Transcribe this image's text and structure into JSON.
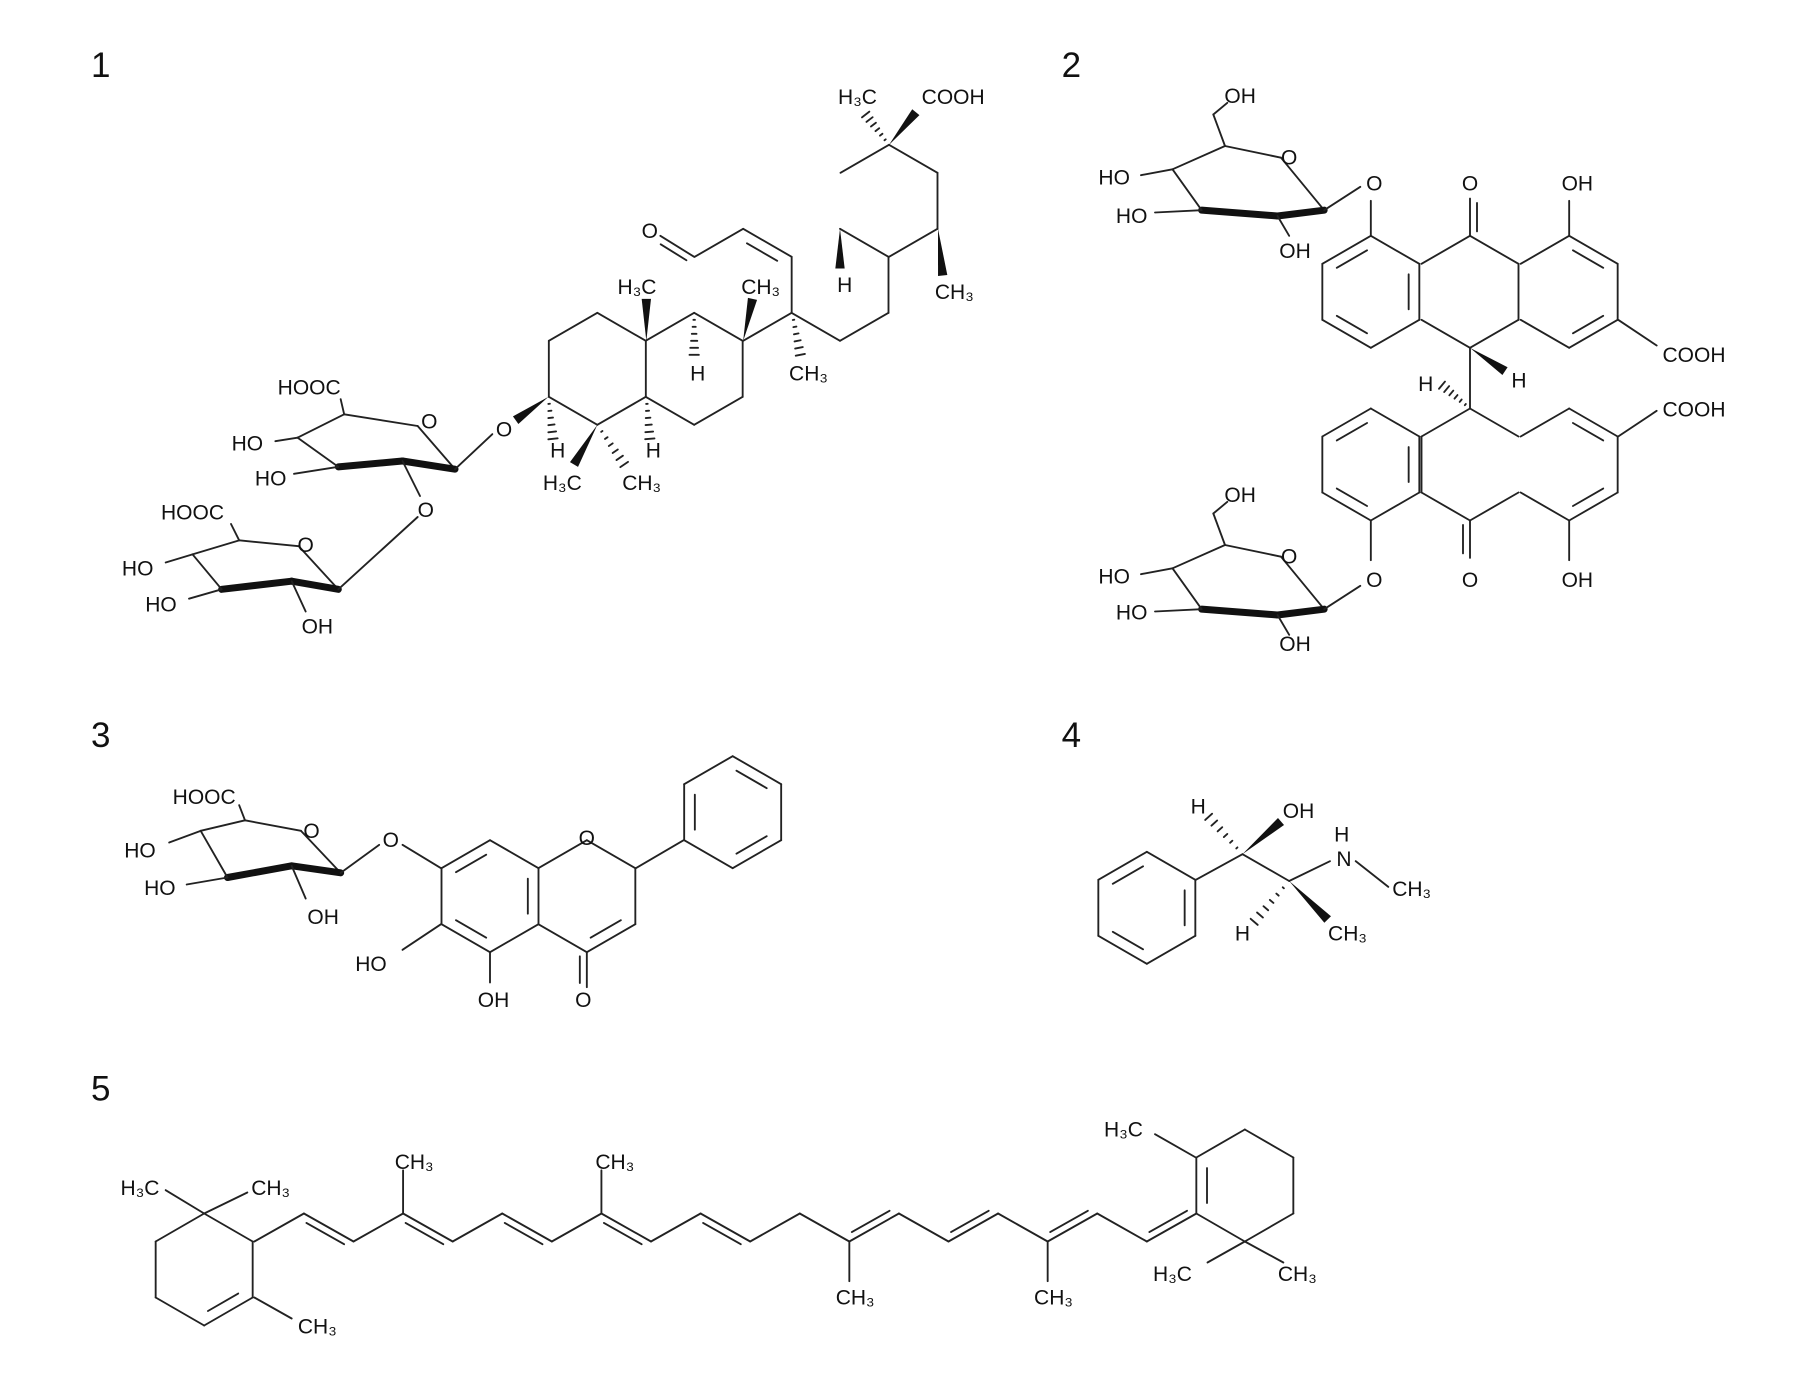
{
  "figure": {
    "molecules": [
      {
        "number": "1",
        "labels": [
          "H₃C",
          "COOH",
          "O",
          "H₃C",
          "CH₃",
          "H",
          "CH₃",
          "H",
          "CH₃",
          "O",
          "H",
          "H",
          "H₃C",
          "CH₃",
          "HOOC",
          "O",
          "HO",
          "HO",
          "O",
          "HOOC",
          "O",
          "HO",
          "HO",
          "OH"
        ]
      },
      {
        "number": "2",
        "labels": [
          "OH",
          "O",
          "HO",
          "HO",
          "OH",
          "O",
          "O",
          "OH",
          "COOH",
          "H",
          "H",
          "COOH",
          "OH",
          "O",
          "HO",
          "HO",
          "OH",
          "O",
          "O",
          "OH"
        ]
      },
      {
        "number": "3",
        "labels": [
          "HOOC",
          "O",
          "HO",
          "HO",
          "OH",
          "O",
          "O",
          "HO",
          "OH",
          "O"
        ]
      },
      {
        "number": "4",
        "labels": [
          "H",
          "OH",
          "H",
          "N",
          "CH₃",
          "H",
          "CH₃"
        ]
      },
      {
        "number": "5",
        "labels": [
          "H₃C",
          "CH₃",
          "CH₃",
          "CH₃",
          "CH₃",
          "CH₃",
          "CH₃",
          "H₃C",
          "H₃C",
          "CH₃"
        ]
      }
    ]
  }
}
